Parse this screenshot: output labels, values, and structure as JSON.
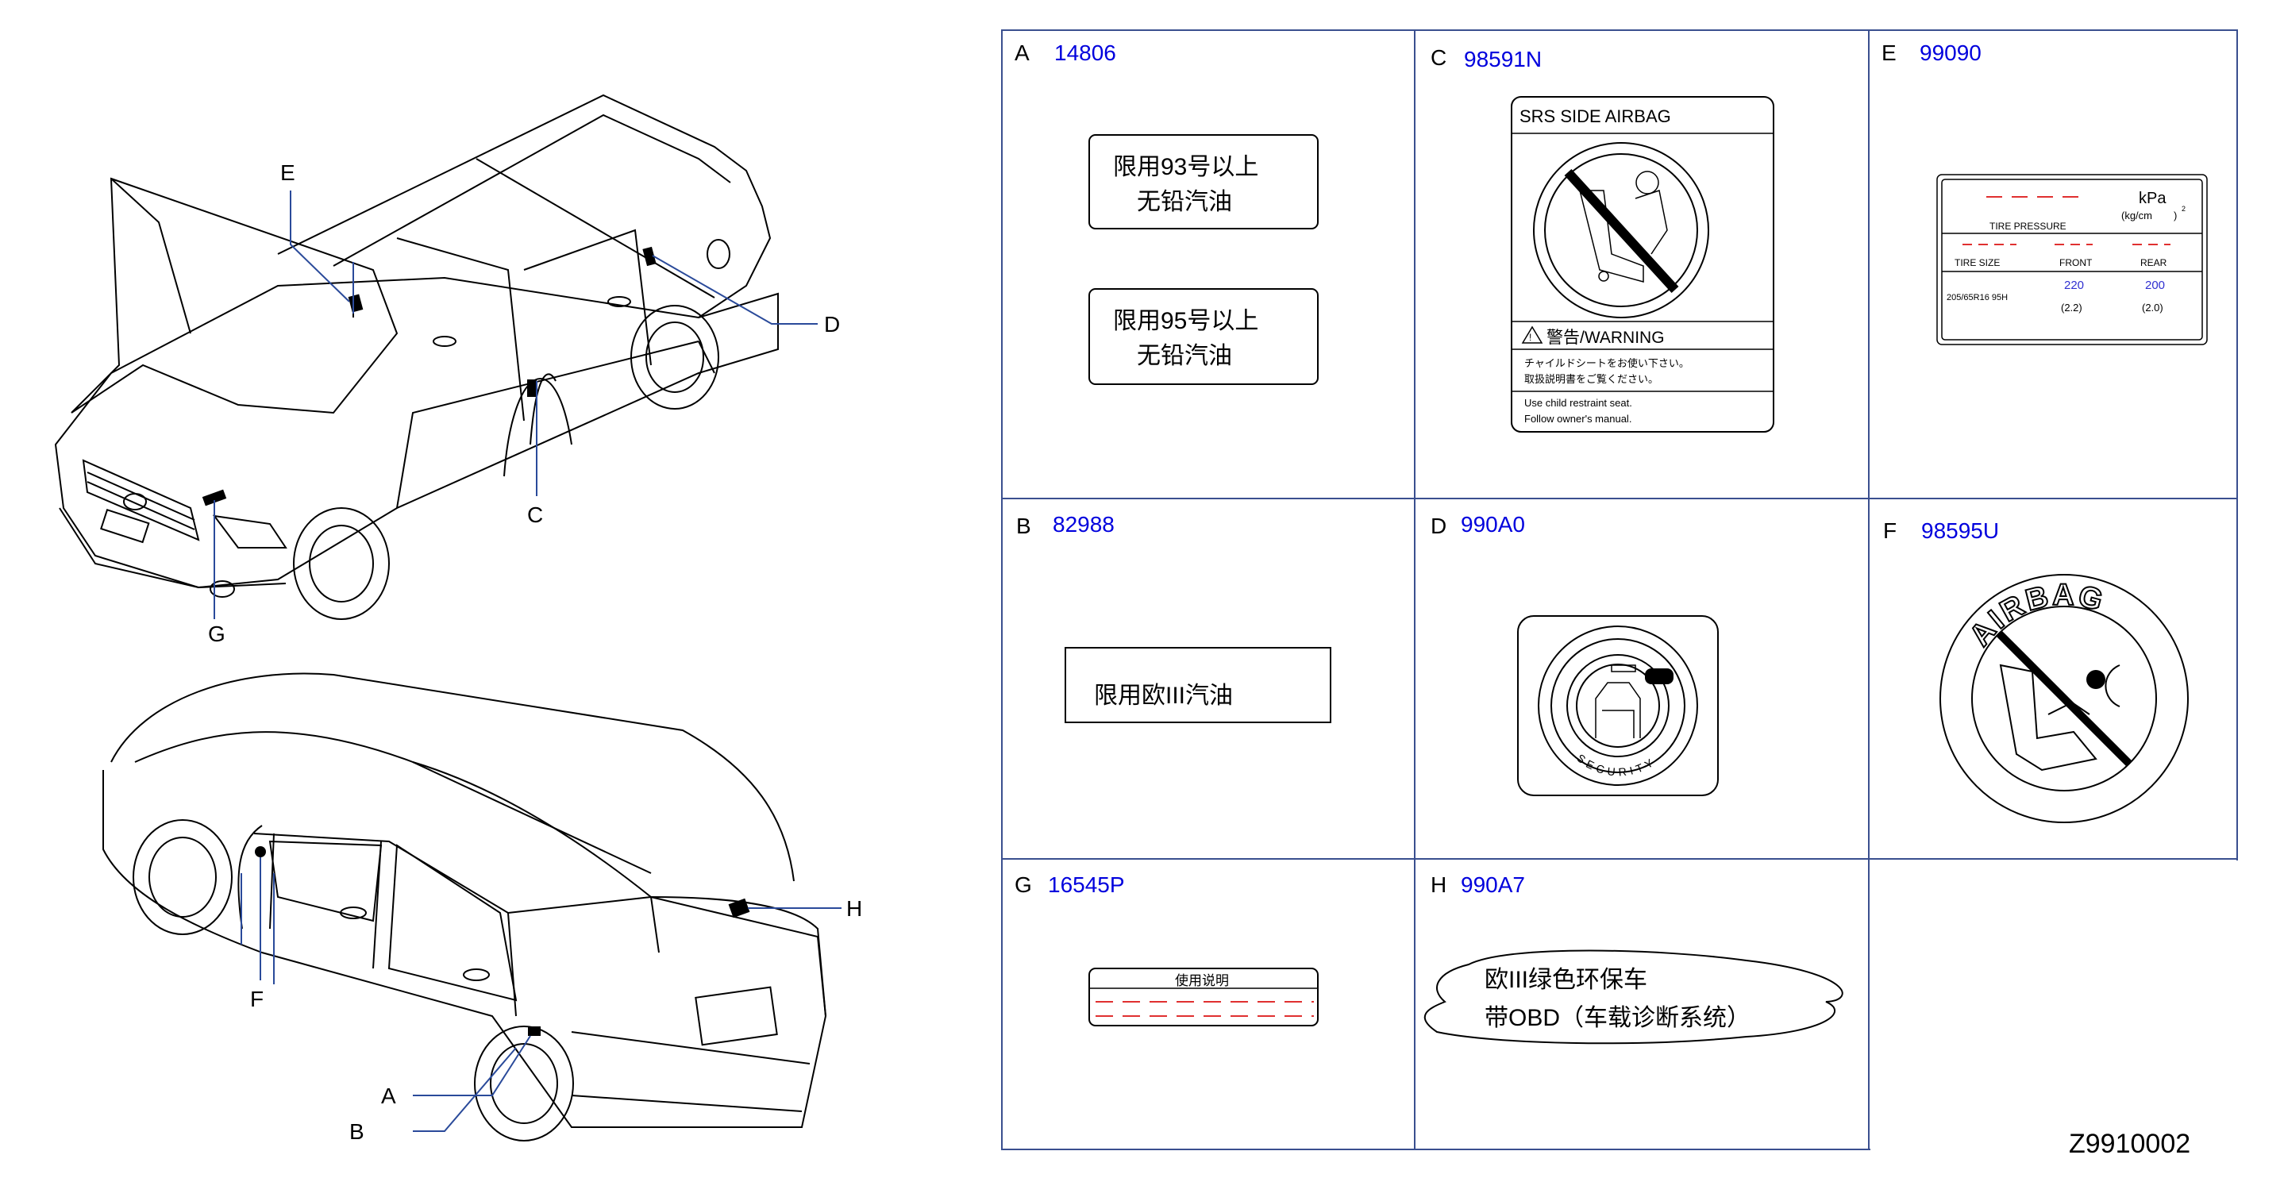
{
  "diagram_code": "Z9910002",
  "callouts": [
    "E",
    "D",
    "C",
    "G",
    "H",
    "F",
    "A",
    "B"
  ],
  "cells": [
    {
      "letter": "A",
      "part_no": "14806",
      "labels": [
        {
          "line1_pre": "限用",
          "line1_num": "93",
          "line1_post": "号以上",
          "line2": "无铅汽油"
        },
        {
          "line1_pre": "限用",
          "line1_num": "95",
          "line1_post": "号以上",
          "line2": "无铅汽油"
        }
      ]
    },
    {
      "letter": "B",
      "part_no": "82988",
      "text": "限用欧III汽油"
    },
    {
      "letter": "C",
      "part_no": "98591N",
      "header": "SRS    SIDE    AIRBAG",
      "warning": "警告/WARNING",
      "jp1": "チャイルドシートをお使い下さい。",
      "jp2": "取扱説明書をご覧ください。",
      "en1": "Use     child     restraint    seat.",
      "en2": "Follow     owner's     manual."
    },
    {
      "letter": "D",
      "part_no": "990A0",
      "ring_text": "SECURITY"
    },
    {
      "letter": "E",
      "part_no": "99090",
      "unit_main": "kPa",
      "unit_sub": "(kg/cm",
      "unit_sup": "2",
      "pressure_label": "TIRE      PRESSURE",
      "col_size": "TIRE     SIZE",
      "col_front": "FRONT",
      "col_rear": "REAR",
      "size_value": "205/65R16    95H",
      "front_kpa": "220",
      "front_kg": "(2.2)",
      "rear_kpa": "200",
      "rear_kg": "(2.0)"
    },
    {
      "letter": "F",
      "part_no": "98595U",
      "ring_text": "AIRBAG"
    },
    {
      "letter": "G",
      "part_no": "16545P",
      "header": "使用说明"
    },
    {
      "letter": "H",
      "part_no": "990A7",
      "line1": "欧III绿色环保车",
      "line2": "带OBD（车载诊断系统）"
    }
  ]
}
